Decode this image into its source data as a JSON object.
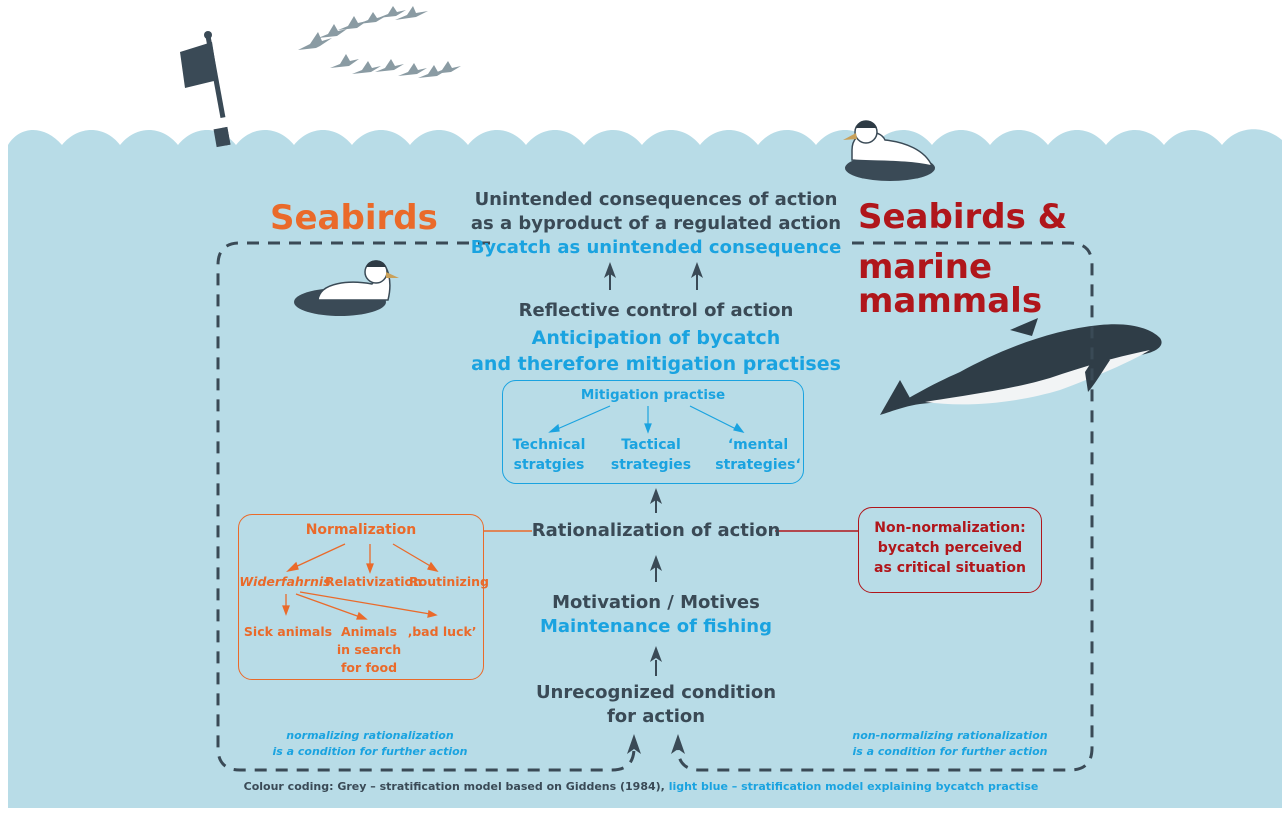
{
  "colors": {
    "water": "#b8dce7",
    "grey": "#3a4a56",
    "light_blue": "#1aa3e0",
    "orange": "#ea6a2a",
    "dark_red": "#b0161b"
  },
  "icons": [
    "buoy-flag-icon",
    "bird-flock-icon",
    "eider-duck-icon",
    "porpoise-icon"
  ],
  "headers": {
    "left": "Seabirds",
    "right_line1": "Seabirds &",
    "right_line2": "marine",
    "right_line3": "mammals"
  },
  "top": {
    "line1": "Unintended consequences of action",
    "line2": "as a byproduct of a regulated action",
    "line3": "Bycatch as unintended consequence"
  },
  "reflective": {
    "line1": "Reflective control of action",
    "line2": "Anticipation of bycatch",
    "line3": "and therefore mitigation practises"
  },
  "mitigation": {
    "title": "Mitigation practise",
    "items": [
      {
        "line1": "Technical",
        "line2": "stratgies"
      },
      {
        "line1": "Tactical",
        "line2": "strategies"
      },
      {
        "line1": "‘mental",
        "line2": "strategies‘"
      }
    ]
  },
  "rationalization": "Rationalization of action",
  "normalization": {
    "title": "Normalization",
    "level1": [
      "Widerfahrnis",
      "Relativization",
      "Routinizing"
    ],
    "level2": [
      "Sick animals",
      "Animals in search for food",
      "‚bad luck’"
    ],
    "level2_lines": {
      "a": "Animals",
      "b": "in search",
      "c": "for food"
    }
  },
  "non_normalization": {
    "line1": "Non-normalization:",
    "line2": "bycatch perceived",
    "line3": "as critical situation"
  },
  "motivation": {
    "line1": "Motivation / Motives",
    "line2": "Maintenance of fishing"
  },
  "unrecognized": {
    "line1": "Unrecognized condition",
    "line2": "for action"
  },
  "notes": {
    "left_line1": "normalizing rationalization",
    "left_line2": "is a condition for further action",
    "right_line1": "non-normalizing rationalization",
    "right_line2": "is a condition for further action"
  },
  "footer": {
    "grey": "Colour coding:  Grey – stratification model based on Giddens (1984),",
    "blue": " light blue – stratification model explaining bycatch practise"
  }
}
